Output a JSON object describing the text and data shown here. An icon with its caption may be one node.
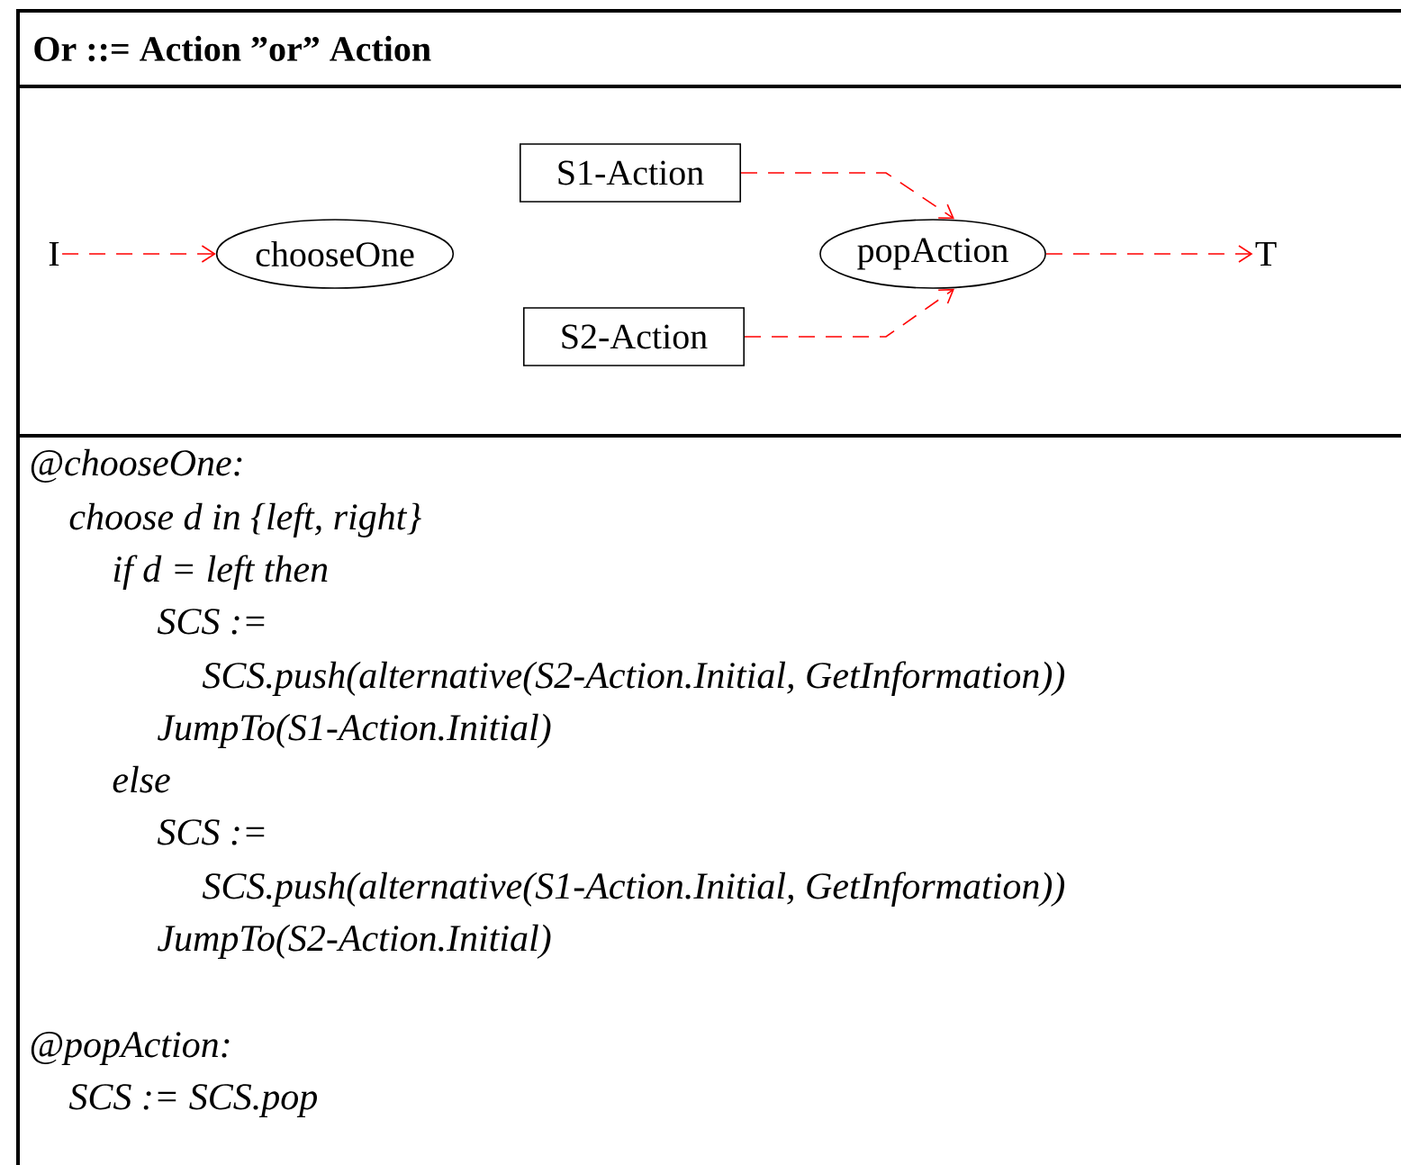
{
  "diagram": {
    "title": "Or ::= Action ”or” Action",
    "nodes": [
      {
        "text": [
          "I"
        ]
      },
      {
        "text": [
          "chooseOne"
        ]
      },
      {
        "text": [
          "S1-Action"
        ]
      },
      {
        "text": [
          "S2-Action"
        ]
      },
      {
        "text": [
          "popAction"
        ]
      },
      {
        "text": [
          "T"
        ]
      }
    ],
    "edges": [
      {
        "from": 0,
        "to": 1,
        "arrow": "to"
      },
      {
        "from": 2,
        "to": 4,
        "arrow": "to"
      },
      {
        "from": 3,
        "to": 4,
        "arrow": "to"
      },
      {
        "from": 4,
        "to": 5,
        "arrow": "to"
      }
    ],
    "labels": [
      "@chooseOne:",
      "choose d in {left, right}",
      "if d = left then",
      "SCS :=",
      "SCS.push(alternative(S2-Action.Initial, GetInformation))",
      "JumpTo(S1-Action.Initial)",
      "else",
      "SCS :=",
      "SCS.push(alternative(S1-Action.Initial, GetInformation))",
      "JumpTo(S2-Action.Initial)",
      "@popAction:",
      "SCS := SCS.pop"
    ]
  }
}
